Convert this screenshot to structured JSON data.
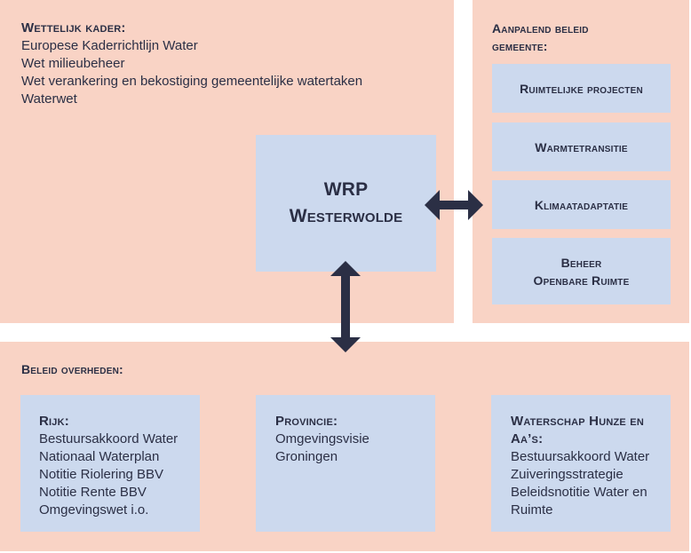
{
  "legal_framework": {
    "heading": "Wettelijk kader:",
    "items": [
      "Europese Kaderrichtlijn Water",
      "Wet milieubeheer",
      "Wet verankering en bekostiging gemeentelijke watertaken",
      "Waterwet"
    ]
  },
  "central": {
    "line1": "WRP",
    "line2": "Westerwolde"
  },
  "adjacent_policy": {
    "heading_line1": "Aanpalend beleid",
    "heading_line2": "gemeente:",
    "items": [
      {
        "line1": "Ruimtelijke projecten",
        "line2": ""
      },
      {
        "line1": "Warmtetransitie",
        "line2": ""
      },
      {
        "line1": "Klimaatadaptatie",
        "line2": ""
      },
      {
        "line1": "Beheer",
        "line2": "Openbare Ruimte"
      }
    ]
  },
  "government_policy": {
    "heading": "Beleid overheden:",
    "groups": [
      {
        "heading": "Rijk:",
        "heading2": "",
        "items": [
          "Bestuursakkoord Water",
          "Nationaal Waterplan",
          "Notitie Riolering BBV",
          "Notitie Rente BBV",
          "Omgevingswet i.o."
        ]
      },
      {
        "heading": "Provincie:",
        "heading2": "",
        "items": [
          "Omgevingsvisie",
          "Groningen"
        ]
      },
      {
        "heading": "Waterschap Hunze en",
        "heading2": "Aa’s:",
        "items": [
          "Bestuursakkoord Water",
          "Zuiveringsstrategie",
          "Beleidsnotitie Water en",
          "Ruimte"
        ]
      }
    ]
  },
  "colors": {
    "panel": "#f9d3c5",
    "box": "#ccd9ee",
    "text": "#2b2f45",
    "arrow": "#2b2f45"
  }
}
